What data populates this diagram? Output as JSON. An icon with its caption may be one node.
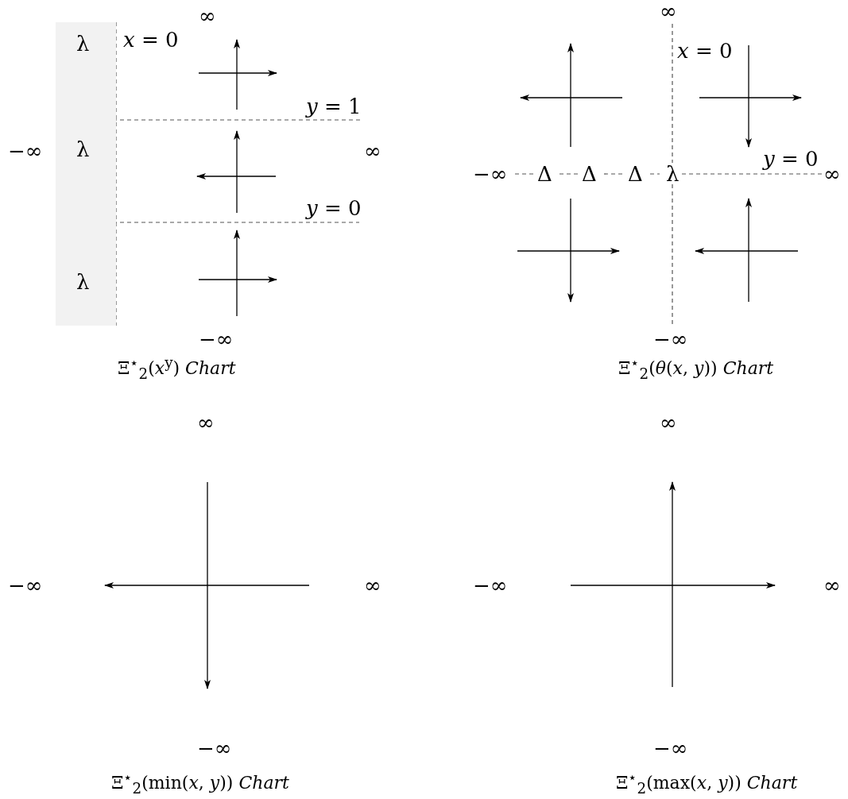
{
  "diagram": {
    "nodes": [
      {
        "text": [
          "λ",
          "λ",
          "λ"
        ]
      }
    ],
    "labels": [
      "∞",
      "*x* = 0",
      "*y* = 1",
      "−∞",
      "∞",
      "*y* = 0",
      "−∞",
      "Ξ$^{⋆}$$_{2}$(*x*$^{y}$)  *Chart*",
      "∞",
      "*x* = 0",
      "*y* = 0",
      "−∞",
      "Δ",
      "Δ",
      "Δ",
      "λ",
      "∞",
      "−∞",
      "Ξ$^{⋆}$$_{2}$(*θ*(*x*, *y*))  *Chart*",
      "∞",
      "−∞",
      "∞",
      "−∞",
      "Ξ$^{⋆}$$_{2}$(min(*x*, *y*))  *Chart*",
      "∞",
      "−∞",
      "∞",
      "−∞",
      "Ξ$^{⋆}$$_{2}$(max(*x*, *y*))  *Chart*"
    ]
  }
}
